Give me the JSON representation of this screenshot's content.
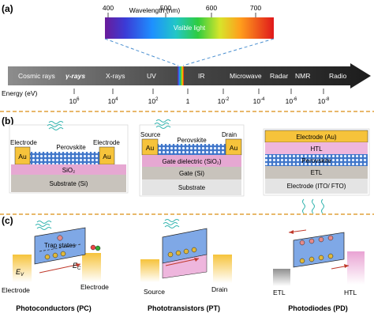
{
  "panel_a": {
    "label": "(a)",
    "wavelength_label": "Wavelength (nm)",
    "wavelength_ticks": [
      "400",
      "500",
      "600",
      "700"
    ],
    "visible_label": "Visible light",
    "energy_label": "Energy (eV)",
    "regions": [
      "Cosmic rays",
      "γ-rays",
      "X-rays",
      "UV",
      "IR",
      "Microwave",
      "Radar",
      "NMR",
      "Radio"
    ],
    "energy_ticks": [
      {
        "base": "10",
        "exp": "6"
      },
      {
        "base": "10",
        "exp": "4"
      },
      {
        "base": "10",
        "exp": "2"
      },
      {
        "base": "1",
        "exp": ""
      },
      {
        "base": "10",
        "exp": "-2"
      },
      {
        "base": "10",
        "exp": "-4"
      },
      {
        "base": "10",
        "exp": "-6"
      },
      {
        "base": "10",
        "exp": "-8"
      }
    ]
  },
  "panel_b": {
    "label": "(b)",
    "pc": {
      "electrode_left": "Electrode",
      "electrode_right": "Electrode",
      "perovskite": "Perovskite",
      "au_left": "Au",
      "au_right": "Au",
      "sio2": "SiO₂",
      "substrate": "Substrate (Si)"
    },
    "pt": {
      "source": "Source",
      "drain": "Drain",
      "perovskite": "Perovskite",
      "au_left": "Au",
      "au_right": "Au",
      "gate_dielectric": "Gate dielectric (SiO₂)",
      "gate": "Gate (Si)",
      "substrate": "Substrate"
    },
    "pd": {
      "electrode_top": "Electrode (Au)",
      "htl": "HTL",
      "perovskite": "Perovskite",
      "etl": "ETL",
      "electrode_bottom": "Electrode (ITO/ FTO)"
    }
  },
  "panel_c": {
    "label": "(c)",
    "pc": {
      "trap_states": "Trap states",
      "ev": "E",
      "ev_sub": "V",
      "ec": "E",
      "ec_sub": "C",
      "electrode_left": "Electrode",
      "electrode_right": "Electrode",
      "caption": "Photoconductors (PC)"
    },
    "pt": {
      "source": "Source",
      "drain": "Drain",
      "caption": "Phototransistors (PT)"
    },
    "pd": {
      "etl": "ETL",
      "htl": "HTL",
      "caption": "Photodiodes (PD)"
    }
  },
  "colors": {
    "au": "#f6c33b",
    "sio2": "#e6a8d2",
    "substrate": "#c8c3bc",
    "perovskite": "#3f76c9",
    "band": "#7fa8e6",
    "htl_pink": "#eeb6dd",
    "divider": "#e0a13a",
    "axis_bar": "#3a3a3a"
  }
}
